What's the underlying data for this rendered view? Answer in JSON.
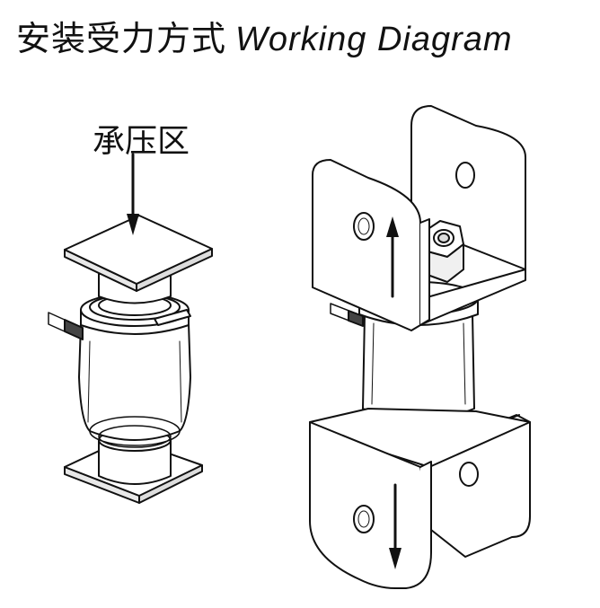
{
  "title": {
    "cn": "安装受力方式",
    "en": "Working Diagram"
  },
  "diagrams": {
    "compression": {
      "label": "承压区"
    }
  }
}
